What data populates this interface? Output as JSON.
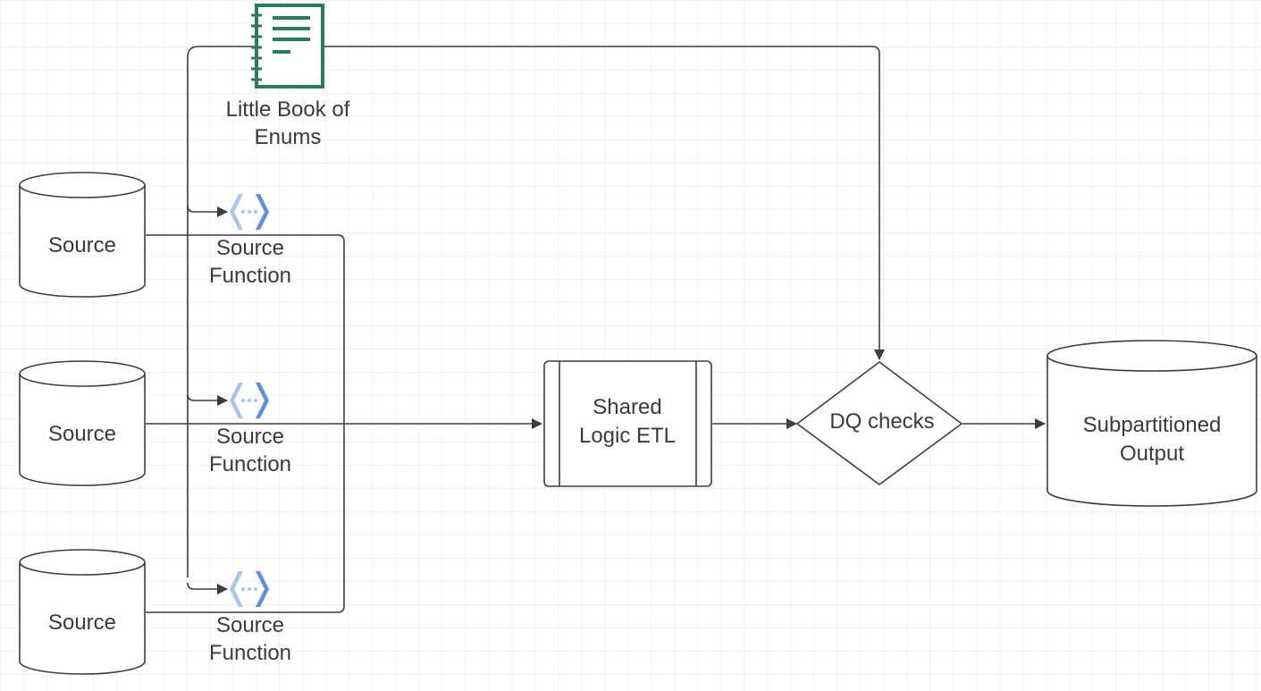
{
  "diagram": {
    "colors": {
      "grid": "#e4e4e4",
      "stroke": "#3a3d44",
      "text": "#3a3a3a",
      "notebook_icon": "#2e7a5c",
      "function_icon_light": "#a8c4ef",
      "function_icon_dark": "#5b8fe0"
    },
    "nodes": {
      "enums_book": {
        "icon": "notebook-icon",
        "label_line1": "Little Book of",
        "label_line2": "Enums"
      },
      "sources": [
        {
          "label": "Source"
        },
        {
          "label": "Source"
        },
        {
          "label": "Source"
        }
      ],
      "source_functions": [
        {
          "icon": "function-icon",
          "label_line1": "Source",
          "label_line2": "Function"
        },
        {
          "icon": "function-icon",
          "label_line1": "Source",
          "label_line2": "Function"
        },
        {
          "icon": "function-icon",
          "label_line1": "Source",
          "label_line2": "Function"
        }
      ],
      "etl": {
        "label_line1": "Shared",
        "label_line2": "Logic ETL"
      },
      "dq": {
        "label": "DQ checks"
      },
      "output": {
        "label_line1": "Subpartitioned",
        "label_line2": "Output"
      }
    }
  }
}
